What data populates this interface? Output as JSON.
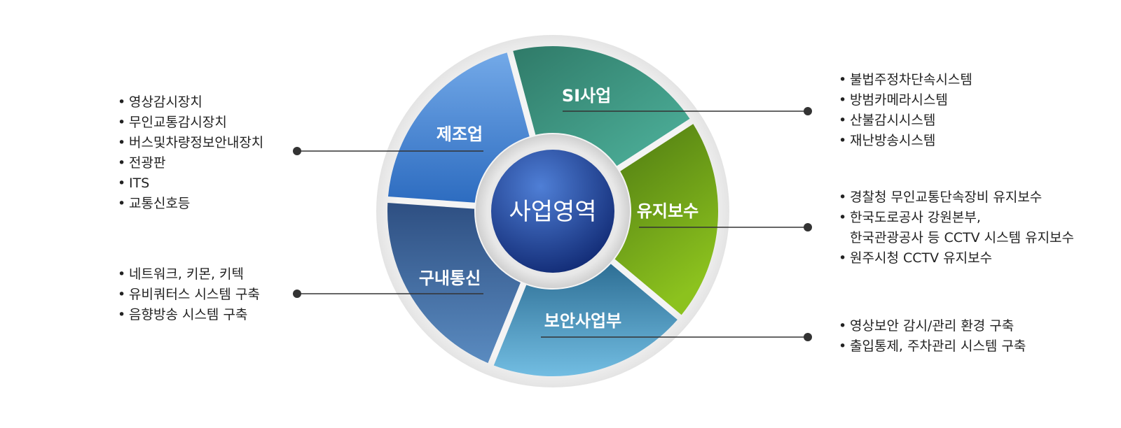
{
  "center": {
    "label": "사업영역"
  },
  "segments": {
    "si": {
      "label": "SI사업",
      "items": [
        "불법주정차단속시스템",
        "방범카메라시스템",
        "산불감시시스템",
        "재난방송시스템"
      ]
    },
    "yuji": {
      "label": "유지보수",
      "items": [
        "경찰청 무인교통단속장비 유지보수",
        "한국도로공사 강원본부,",
        "한국관광공사 등 CCTV 시스템 유지보수",
        "원주시청 CCTV 유지보수"
      ]
    },
    "boan": {
      "label": "보안사업부",
      "items": [
        "영상보안 감시/관리 환경 구축",
        "출입통제, 주차관리 시스템 구축"
      ]
    },
    "gunae": {
      "label": "구내통신",
      "items": [
        "네트워크, 키몬, 키텍",
        "유비쿼터스 시스템 구축",
        "음향방송 시스템 구축"
      ]
    },
    "jejo": {
      "label": "제조업",
      "items": [
        "영상감시장치",
        "무인교통감시장치",
        "버스및차량정보안내장치",
        "전광판",
        "ITS",
        "교통신호등"
      ]
    }
  },
  "colors": {
    "si": [
      "#2f7a68",
      "#4fb39d"
    ],
    "yuji": [
      "#4e7a12",
      "#8cc21e"
    ],
    "boan": [
      "#2e7aa0",
      "#6fb8dc"
    ],
    "gunae": [
      "#2e4f82",
      "#5a8bc0"
    ],
    "jejo": [
      "#6ea6e6",
      "#2f6fc2"
    ],
    "center": [
      "#4a76cc",
      "#15307c"
    ],
    "ring": "#ebebeb",
    "line": "#333333"
  }
}
